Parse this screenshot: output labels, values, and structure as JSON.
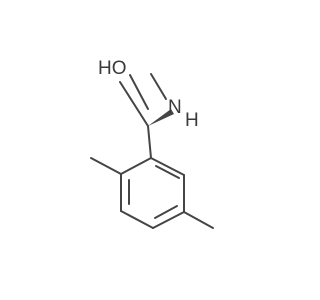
{
  "molecule": {
    "labels": {
      "hydroxyl": "HO",
      "amine": "N",
      "amine_h": "H"
    },
    "colors": {
      "bond": "#454545",
      "text": "#3a3a3a",
      "background": "#ffffff"
    }
  }
}
